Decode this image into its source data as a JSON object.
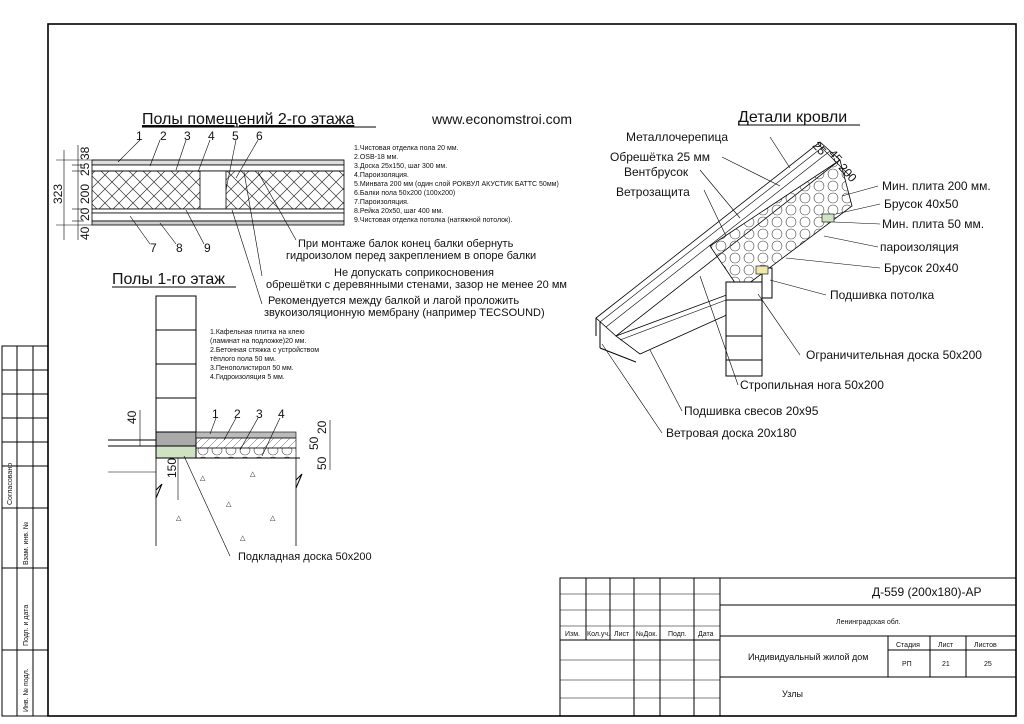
{
  "watermark": "www.economstroi.com",
  "floor2": {
    "title": "Полы помещений 2-го этажа",
    "callouts_top": [
      "1",
      "2",
      "3",
      "4",
      "5",
      "6"
    ],
    "callouts_bottom": [
      "7",
      "8",
      "9"
    ],
    "dims": [
      "38",
      "25",
      "200",
      "20",
      "40",
      "323"
    ],
    "legend": [
      "1.Чистовая отделка пола 20 мм.",
      "2.OSB-18 мм.",
      "3.Доска 25х150, шаг 300 мм.",
      "4.Пароизоляция.",
      "5.Минвата 200 мм (один слой РОКВУЛ АКУСТИК БАТТС 50мм)",
      "6.Балки пола 50х200 (100х200)",
      "7.Пароизоляция.",
      "8.Рейка 20х50, шаг 400 мм.",
      "9.Чистовая отделка потолка (натяжной потолок)."
    ],
    "notes": [
      "При монтаже балок конец балки обернуть",
      "гидроизолом перед закреплением в опоре балки",
      "Не допускать соприкосновения",
      "обрешётки с деревянными стенами, зазор не менее 20 мм",
      "Рекомендуется между балкой и лагой проложить",
      "звукоизоляционную мембрану (например TECSOUND)"
    ]
  },
  "floor1": {
    "title": "Полы 1-го этаж",
    "callouts": [
      "1",
      "2",
      "3",
      "4"
    ],
    "dims": [
      "40",
      "20",
      "50",
      "50",
      "150"
    ],
    "legend": [
      "1.Кафельная плитка на клею",
      "(ламинат на подложке)20 мм.",
      "2.Бетонная стяжка с устройством",
      "тёплого пола 50 мм.",
      "3.Пенополистирол 50 мм.",
      "4.Гидроизоляция 5 мм."
    ],
    "board_label": "Подкладная доска 50х200"
  },
  "roof": {
    "title": "Детали кровли",
    "dims": [
      "25",
      "45",
      "200"
    ],
    "labels_left": [
      "Металлочерепица",
      "Обрешётка 25 мм",
      "Вентбрусок",
      "Ветрозащита"
    ],
    "labels_right": [
      "Мин. плита 200 мм.",
      "Брусок 40х50",
      "Мин. плита 50 мм.",
      "пароизоляция",
      "Брусок 20х40",
      "Подшивка потолка",
      "Ограничительная доска 50х200",
      "Стропильная нога 50х200",
      "Подшивка свесов 20х95",
      "Ветровая доска 20х180"
    ]
  },
  "side_stamp": [
    "Согласовано",
    "Взам. инв. №",
    "Подп. и дата",
    "Инв. № подл."
  ],
  "title_block": {
    "code": "Д-559 (200х180)-АР",
    "location": "Ленинградская обл.",
    "project": "Индивидуальный жилой дом",
    "sheet_name": "Узлы",
    "headers": [
      "Изм.",
      "Кол.уч.",
      "Лист",
      "№Док.",
      "Подп.",
      "Дата"
    ],
    "stage_header": "Стадия",
    "sheet_header": "Лист",
    "sheets_header": "Листов",
    "stage": "РП",
    "sheet": "21",
    "sheets": "25"
  }
}
